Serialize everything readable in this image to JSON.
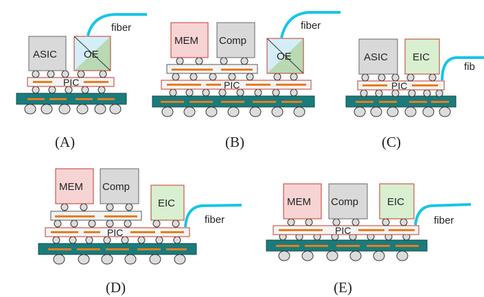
{
  "labels": {
    "asic": "ASIC",
    "oe": "OE",
    "mem": "MEM",
    "comp": "Comp",
    "eic": "EIC",
    "pic": "PIC",
    "fiber": "fiber",
    "fiber_cut": "fib"
  },
  "captions": [
    "(A)",
    "(B)",
    "(C)",
    "(D)",
    "(E)"
  ],
  "colors": {
    "substrate": "#1b7b7b",
    "trace": "#e87d1e",
    "fiber": "#18c4e8",
    "chip_gray": "#d9d9d9",
    "mem_fill": "#f7d4d4",
    "eic_fill": "#d8f0d0",
    "oe_fill": "#d4eef7",
    "outline_red": "#c0392b"
  }
}
